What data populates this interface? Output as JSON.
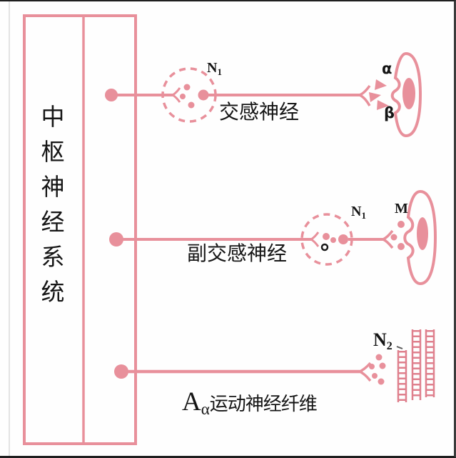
{
  "figure": {
    "cns_title": "中枢神经系统",
    "labels": {
      "n1_top": {
        "base": "N",
        "sub": "1"
      },
      "sympathetic": "交感神经",
      "receptor_alpha": "α",
      "receptor_beta": "β",
      "n1_mid": {
        "base": "N",
        "sub": "1"
      },
      "receptor_m": "M",
      "parasympathetic": "副交感神经",
      "n2": {
        "base": "N",
        "sub": "2"
      },
      "motor_prefix": {
        "base": "A",
        "sub": "α"
      },
      "motor": "运动神经纤维"
    },
    "colors": {
      "diagram_pink": "#e8909b",
      "muscle_pink": "#df808d",
      "ink": "#151515"
    }
  }
}
